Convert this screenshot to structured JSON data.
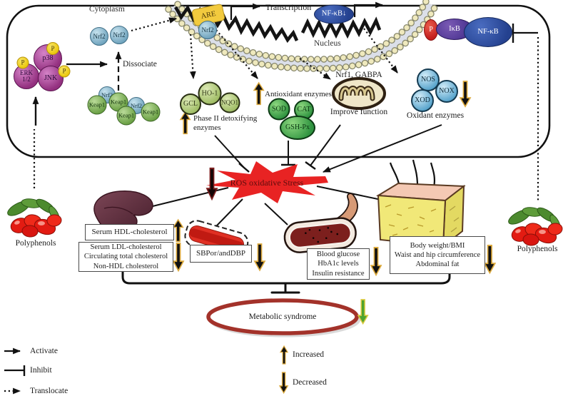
{
  "labels": {
    "cytoplasm": "Cytoplasm",
    "nucleus": "Nucleus",
    "transcription": "Transcription",
    "dissociate": "Dissociate",
    "phase2_enzymes": "Phase II detoxifying enzymes",
    "antioxidant_enzymes": "Antioxidant enzymes",
    "nrf1_gabpa": "Nrf1, GABPA",
    "improve_function": "Improve function",
    "oxidant_enzymes": "Oxidant enzymes",
    "ros": "ROS oxidative Stress",
    "metabolic_syndrome": "Metabolic syndrome",
    "increased": "Increased",
    "decreased": "Decreased",
    "polyphenols": "Polyphenols"
  },
  "molecules": {
    "nrf2": "Nrf2",
    "keap1": "Keap1",
    "are": "ARE",
    "erk": "ERK 1/2",
    "p38": "p38",
    "jnk": "JNK",
    "p": "P",
    "nfkb": "NF-κB",
    "nfkb_down_arrow": "↓",
    "ikb": "IκB",
    "gcl": "GCL",
    "ho1": "HO-1",
    "nqo1": "NQO1",
    "sod": "SOD",
    "cat": "CAT",
    "gshpx": "GSH-Px",
    "nos": "NOS",
    "xod": "XOD",
    "nox": "NOX"
  },
  "outcome_boxes": {
    "hdl": [
      "Serum HDL-cholesterol"
    ],
    "lipids": [
      "Serum LDL-cholesterol",
      "Circulating total cholesterol",
      "Non-HDL cholesterol"
    ],
    "blood_pressure": [
      "SBPor/andDBP"
    ],
    "glycemia": [
      "Blood glucose",
      "HbA1c levels",
      "Insulin resistance"
    ],
    "adiposity": [
      "Body weight/BMI",
      "Waist and hip circumference",
      "Abdominal fat"
    ]
  },
  "legend": {
    "activate": "Activate",
    "inhibit": "Inhibit",
    "translocate": "Translocate"
  },
  "colors": {
    "starburst": "#e82323",
    "metabolic_ring": "#a3322a",
    "block_arrow_outline": "#dca93c",
    "green_arrow": "#4da32f"
  }
}
